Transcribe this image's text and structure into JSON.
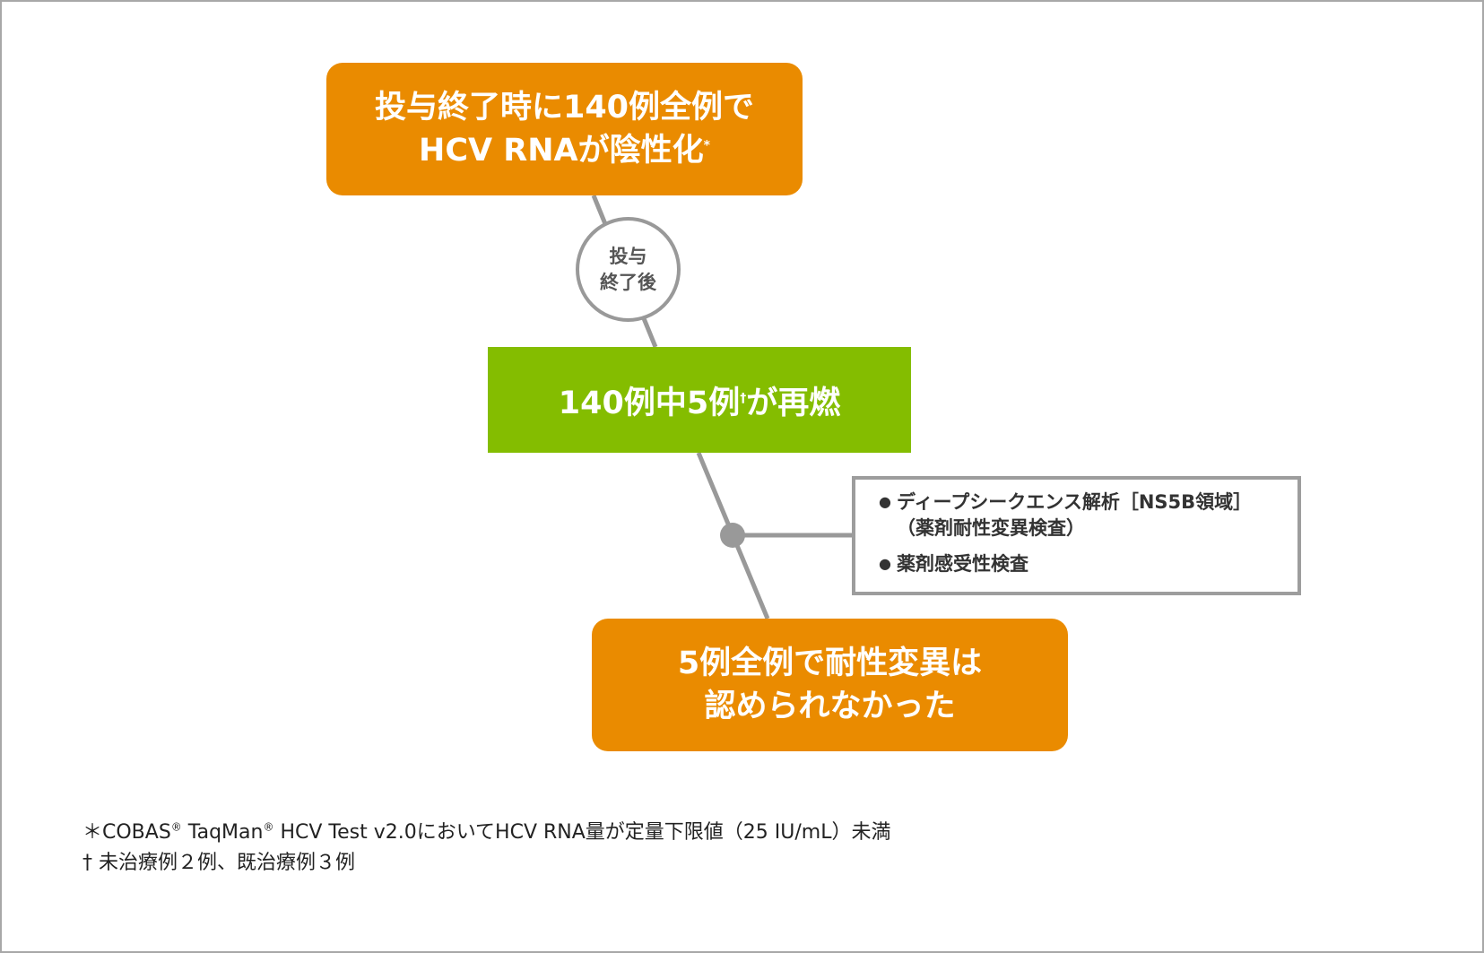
{
  "colors": {
    "orange": "#ea8b00",
    "green": "#84bd00",
    "connector": "#999999",
    "frame": "#a8a8a8"
  },
  "top_box": {
    "line1": "投与終了時に140例全例で",
    "line2": "HCV RNAが陰性化",
    "mark": "*"
  },
  "circle": {
    "line1": "投与",
    "line2": "終了後"
  },
  "middle_box": {
    "text": "140例中5例",
    "mark": "†",
    "text_after": "が再燃"
  },
  "info_box": {
    "items": [
      {
        "line1": "ディープシークエンス解析［NS5B領域］",
        "line2": "（薬剤耐性変異検査）"
      },
      {
        "line1": "薬剤感受性検査"
      }
    ],
    "bullet_glyph": "●"
  },
  "bottom_box": {
    "line1": "5例全例で耐性変異は",
    "line2": "認められなかった"
  },
  "footnotes": {
    "n1": {
      "prefix": "＊COBAS",
      "mid1": " TaqMan",
      "reg": "®",
      "rest": " HCV Test v2.0においてHCV RNA量が定量下限値（25 IU/mL）未満"
    },
    "n2": "†  未治療例２例、既治療例３例"
  }
}
